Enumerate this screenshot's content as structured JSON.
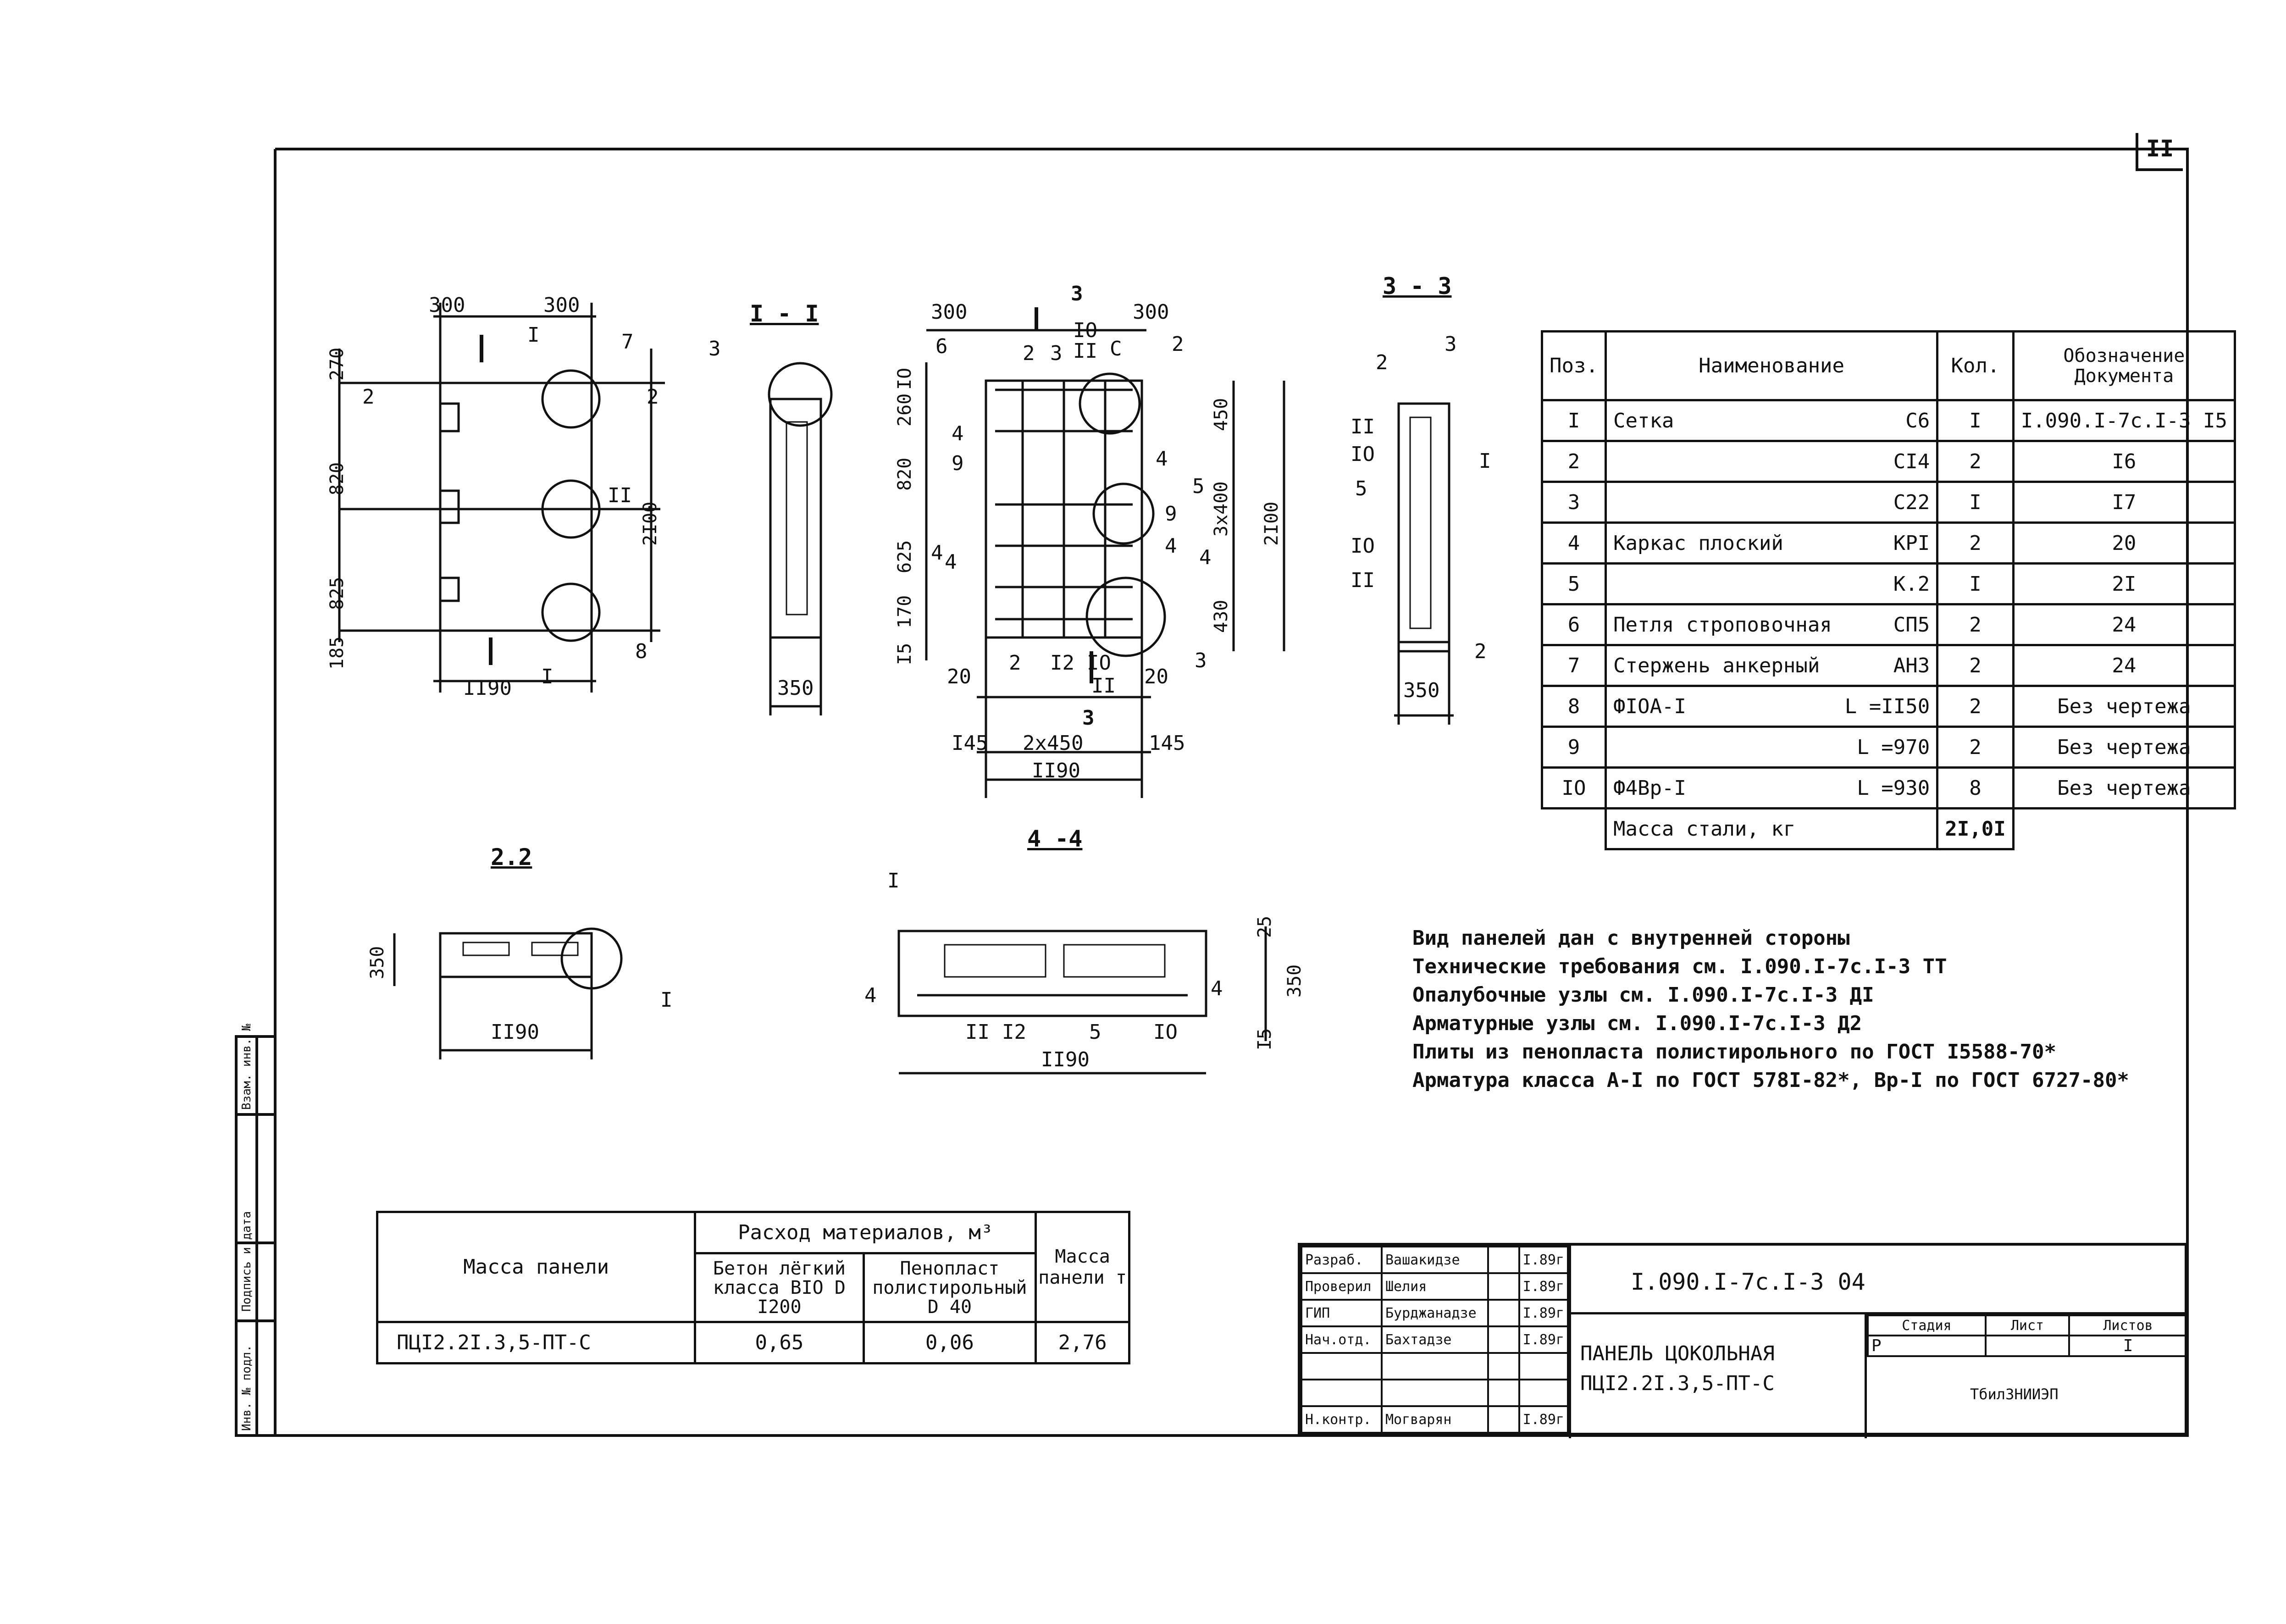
{
  "sheet_number": "II",
  "views": {
    "elevation": {
      "dims_top": [
        "300",
        "300"
      ],
      "dims_left": [
        "270",
        "820",
        "825",
        "185"
      ],
      "dim_right": "2I00",
      "dim_bottom": "II90",
      "callouts": [
        "7",
        "II",
        "8",
        "2",
        "2"
      ],
      "section_marks": [
        "I",
        "I"
      ]
    },
    "section_1_1": {
      "title": "I - I",
      "callout": "3",
      "dim_bottom": "350"
    },
    "plan": {
      "title_mark": "3",
      "dims_top": [
        "300",
        "IO",
        "II",
        "300",
        "C"
      ],
      "callouts_top": [
        "6",
        "2",
        "3",
        "2"
      ],
      "dims_left": [
        "IO",
        "260",
        "820",
        "625",
        "170",
        "I5"
      ],
      "dims_right": [
        "450",
        "3x400",
        "430",
        "2I00"
      ],
      "callouts_inner": [
        "4",
        "9",
        "4",
        "5",
        "9",
        "4",
        "4"
      ],
      "section_marks": [
        "4",
        "4"
      ],
      "dims_bottom_row1": [
        "20",
        "2",
        "I2",
        "IO",
        "II",
        "20"
      ],
      "callout_bottom": "3",
      "section_mark_bottom": "3",
      "dims_bottom_row2": [
        "I45",
        "2x450",
        "145"
      ],
      "dim_bottom_total": "II90"
    },
    "section_3_3": {
      "title": "3 - 3",
      "callouts": [
        "2",
        "3",
        "II",
        "IO",
        "5",
        "I",
        "IO",
        "II",
        "2"
      ],
      "dim_bottom": "350"
    },
    "section_2_2": {
      "title": "2.2",
      "dim_left": "350",
      "dim_bottom": "II90",
      "callout": "I"
    },
    "section_4_4": {
      "title": "4 -4",
      "callouts": [
        "I",
        "4",
        "4",
        "II",
        "I2",
        "5",
        "IO"
      ],
      "dims_right": [
        "25",
        "350",
        "I5"
      ],
      "dim_bottom": "II90"
    }
  },
  "spec_table": {
    "headers": {
      "pos": "Поз.",
      "name": "Наименование",
      "qty": "Кол.",
      "doc": "Обозначение Документа"
    },
    "rows": [
      {
        "pos": "I",
        "name": "Сетка",
        "mark": "С6",
        "qty": "I",
        "doc": "I.090.I-7c.I-3 I5"
      },
      {
        "pos": "2",
        "name": "",
        "mark": "CI4",
        "qty": "2",
        "doc": "I6"
      },
      {
        "pos": "3",
        "name": "",
        "mark": "C22",
        "qty": "I",
        "doc": "I7"
      },
      {
        "pos": "4",
        "name": "Каркас плоский",
        "mark": "КРI",
        "qty": "2",
        "doc": "20"
      },
      {
        "pos": "5",
        "name": "",
        "mark": "К.2",
        "qty": "I",
        "doc": "2I"
      },
      {
        "pos": "6",
        "name": "Петля строповочная",
        "mark": "СП5",
        "qty": "2",
        "doc": "24"
      },
      {
        "pos": "7",
        "name": "Стержень анкерный",
        "mark": "АН3",
        "qty": "2",
        "doc": "24"
      },
      {
        "pos": "8",
        "name": "ФIОА-I",
        "mark": "L =II50",
        "qty": "2",
        "doc": "Без чертежа"
      },
      {
        "pos": "9",
        "name": "",
        "mark": "L =970",
        "qty": "2",
        "doc": "Без чертежа"
      },
      {
        "pos": "IO",
        "name": "Ф4Вр-I",
        "mark": "L =930",
        "qty": "8",
        "doc": "Без чертежа"
      }
    ],
    "total_label": "Масса стали,  кг",
    "total_value": "2I,0I"
  },
  "notes": [
    "Вид панелей дан с внутренней стороны",
    "Технические требования см. I.090.I-7c.I-3 ТТ",
    "Опалубочные узлы см. I.090.I-7c.I-3 ДI",
    "Арматурные узлы см. I.090.I-7c.I-3 Д2",
    "Плиты из пенопласта полистирольного по ГОСТ I5588-70*",
    "Арматура класса А-I по ГОСТ 578I-82*, Вр-I по ГОСТ 6727-80*"
  ],
  "mass_table": {
    "col1": "Масса панели",
    "group": "Расход материалов, м³",
    "sub1": "Бетон лёгкий класса  ВIO D I200",
    "sub2": "Пенопласт полистирольный D 40",
    "col_mass": "Масса панели т",
    "row": {
      "name": "ПЦI2.2I.3,5-ПТ-С",
      "concrete": "0,65",
      "foam": "0,06",
      "mass": "2,76"
    }
  },
  "side_stamp": [
    "Инв. № подл.",
    "Подпись и дата",
    "Взам. инв. №"
  ],
  "title_block": {
    "code": "I.090.I-7c.I-3 04",
    "title_line1": "ПАНЕЛЬ ЦОКОЛЬНАЯ",
    "title_line2": "ПЦI2.2I.3,5-ПТ-С",
    "stage_label": "Стадия",
    "sheet_label": "Лист",
    "sheets_label": "Листов",
    "stage": "Р",
    "sheet": "",
    "sheets": "I",
    "org": "ТбилЗНИИЭП",
    "people": [
      {
        "role": "Разраб.",
        "name": "Вашакидзе",
        "date": "I.89г"
      },
      {
        "role": "Проверил",
        "name": "Шелия",
        "date": "I.89г"
      },
      {
        "role": "ГИП",
        "name": "Бурджанадзе",
        "date": "I.89г"
      },
      {
        "role": "Нач.отд.",
        "name": "Бахтадзе",
        "date": "I.89г"
      },
      {
        "role": "",
        "name": "",
        "date": ""
      },
      {
        "role": "",
        "name": "",
        "date": ""
      },
      {
        "role": "Н.контр.",
        "name": "Могварян",
        "date": "I.89г"
      }
    ]
  }
}
